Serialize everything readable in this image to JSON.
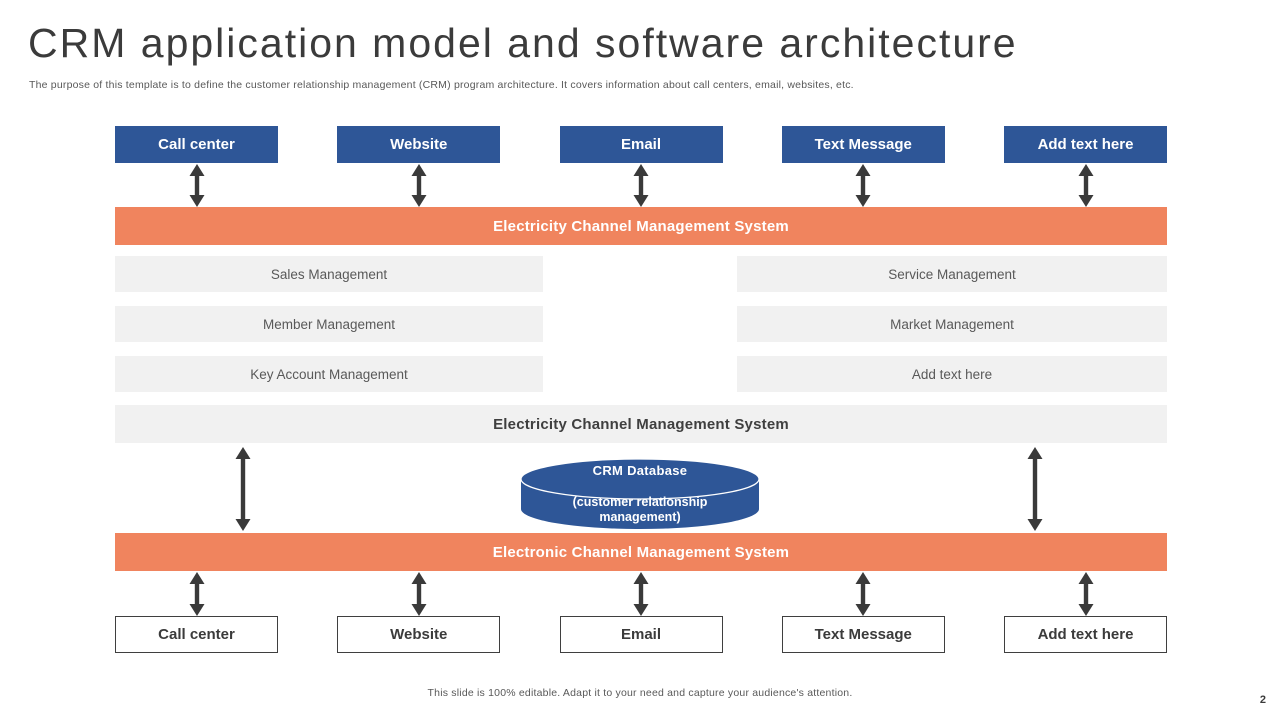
{
  "slide": {
    "title": "CRM application model and software architecture",
    "subtitle": "The purpose of this template is to define the customer relationship management  (CRM)  program architecture. It covers information about call centers, email,  websites, etc.",
    "footer": "This slide is 100% editable. Adapt it to your need and capture your audience's attention.",
    "page_number": "2"
  },
  "bars": {
    "top": "Electricity  Channel Management System",
    "middle": "Electricity  Channel Management System",
    "bottom": "Electronic  Channel Management System"
  },
  "top_channels": [
    "Call center",
    "Website",
    "Email",
    "Text Message",
    "Add text here"
  ],
  "bottom_channels": [
    "Call center",
    "Website",
    "Email",
    "Text Message",
    "Add text here"
  ],
  "management_rows": [
    {
      "left": "Sales Management",
      "right": "Service  Management"
    },
    {
      "left": "Member Management",
      "right": "Market Management"
    },
    {
      "left": "Key Account Management",
      "right": "Add text here"
    }
  ],
  "database": {
    "title": "CRM Database",
    "subtitle": "(customer relationship management)"
  },
  "colors": {
    "primary_blue": "#2E5697",
    "accent_orange": "#F0845E",
    "light_gray": "#F1F1F1",
    "arrow_gray": "#3A3A3A"
  }
}
